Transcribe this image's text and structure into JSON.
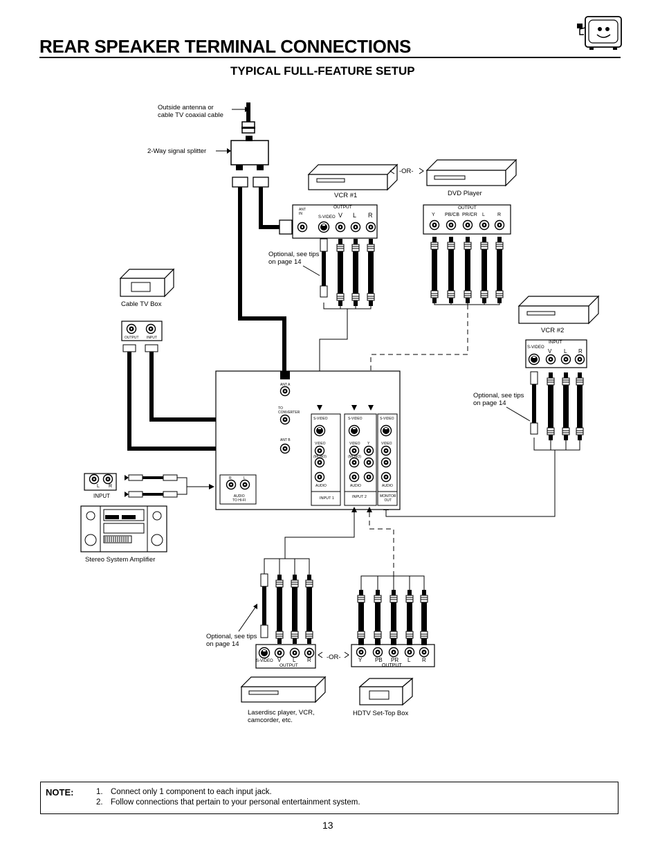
{
  "header": {
    "title": "REAR SPEAKER TERMINAL CONNECTIONS",
    "subtitle": "TYPICAL FULL-FEATURE SETUP"
  },
  "labels": {
    "antenna_line1": "Outside antenna or",
    "antenna_line2": "cable TV coaxial cable",
    "splitter": "2-Way signal splitter",
    "or": "-OR-",
    "vcr1": "VCR #1",
    "dvd": "DVD Player",
    "cable_box": "Cable TV Box",
    "vcr2": "VCR #2",
    "stereo": "Stereo System Amplifier",
    "laserdisc_line1": "Laserdisc player, VCR,",
    "laserdisc_line2": "camcorder, etc.",
    "hdtv": "HDTV Set-Top Box",
    "optional_line1": "Optional, see tips",
    "optional_line2": "on page 14"
  },
  "jacks": {
    "ant_in": "ANT",
    "in": "IN",
    "output": "OUTPUT",
    "input": "INPUT",
    "svideo": "S-VIDEO",
    "v": "V",
    "l": "L",
    "r": "R",
    "y": "Y",
    "pb_cb": "PB/CB",
    "pr_cr": "PR/CR",
    "pb": "PB",
    "pr": "PR"
  },
  "tv_panel": {
    "ant_a": "ANT A",
    "to_converter_1": "TO",
    "to_converter_2": "CONVERTER",
    "ant_b": "ANT B",
    "audio_to_hifi_1": "AUDIO",
    "audio_to_hifi_2": "TO HI-FI",
    "input1": "INPUT 1",
    "input2": "INPUT 2",
    "monitor_out_1": "MONITOR",
    "monitor_out_2": "OUT",
    "video": "VIDEO",
    "mono": "(MONO)",
    "audio": "AUDIO"
  },
  "note": {
    "label": "NOTE:",
    "items": [
      {
        "num": "1.",
        "text": "Connect only 1 component to each input jack."
      },
      {
        "num": "2.",
        "text": "Follow connections that pertain to your personal entertainment system."
      }
    ]
  },
  "page_number": "13"
}
